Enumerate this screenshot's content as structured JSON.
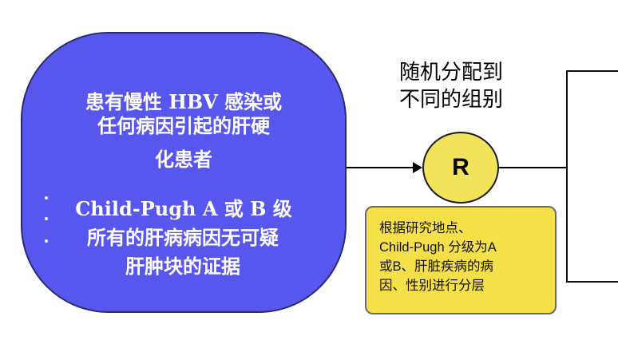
{
  "patient_population": {
    "line1": "患有慢性 HBV 感染或",
    "line2": "任何病因引起的肝硬",
    "line3": "化患者",
    "line4": "Child-Pugh A 或 B 级",
    "line5": "所有的肝病病因无可疑",
    "line6": "肝肿块的证据"
  },
  "randomization": {
    "label_line1": "随机分配到",
    "label_line2": "不同的组别",
    "node_label": "R"
  },
  "stratification": {
    "lines": [
      "根据研究地点、",
      "Child-Pugh 分级为A",
      "或B、肝脏疾病的病",
      "因、性别进行分层"
    ]
  },
  "colors": {
    "patient_node": "#5757f0",
    "r_node": "#f2e35a",
    "strat_box": "#f5e04a"
  }
}
